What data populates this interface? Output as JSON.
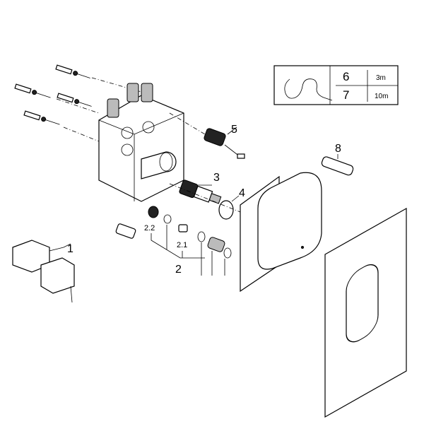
{
  "diagram": {
    "callouts": {
      "p1": "1",
      "p2": "2",
      "p2_1": "2.1",
      "p2_2": "2.2",
      "p3": "3",
      "p4": "4",
      "p5": "5",
      "p8": "8"
    },
    "cable_table": {
      "rows": [
        {
          "part": "6",
          "length": "3m"
        },
        {
          "part": "7",
          "length": "10m"
        }
      ]
    }
  }
}
